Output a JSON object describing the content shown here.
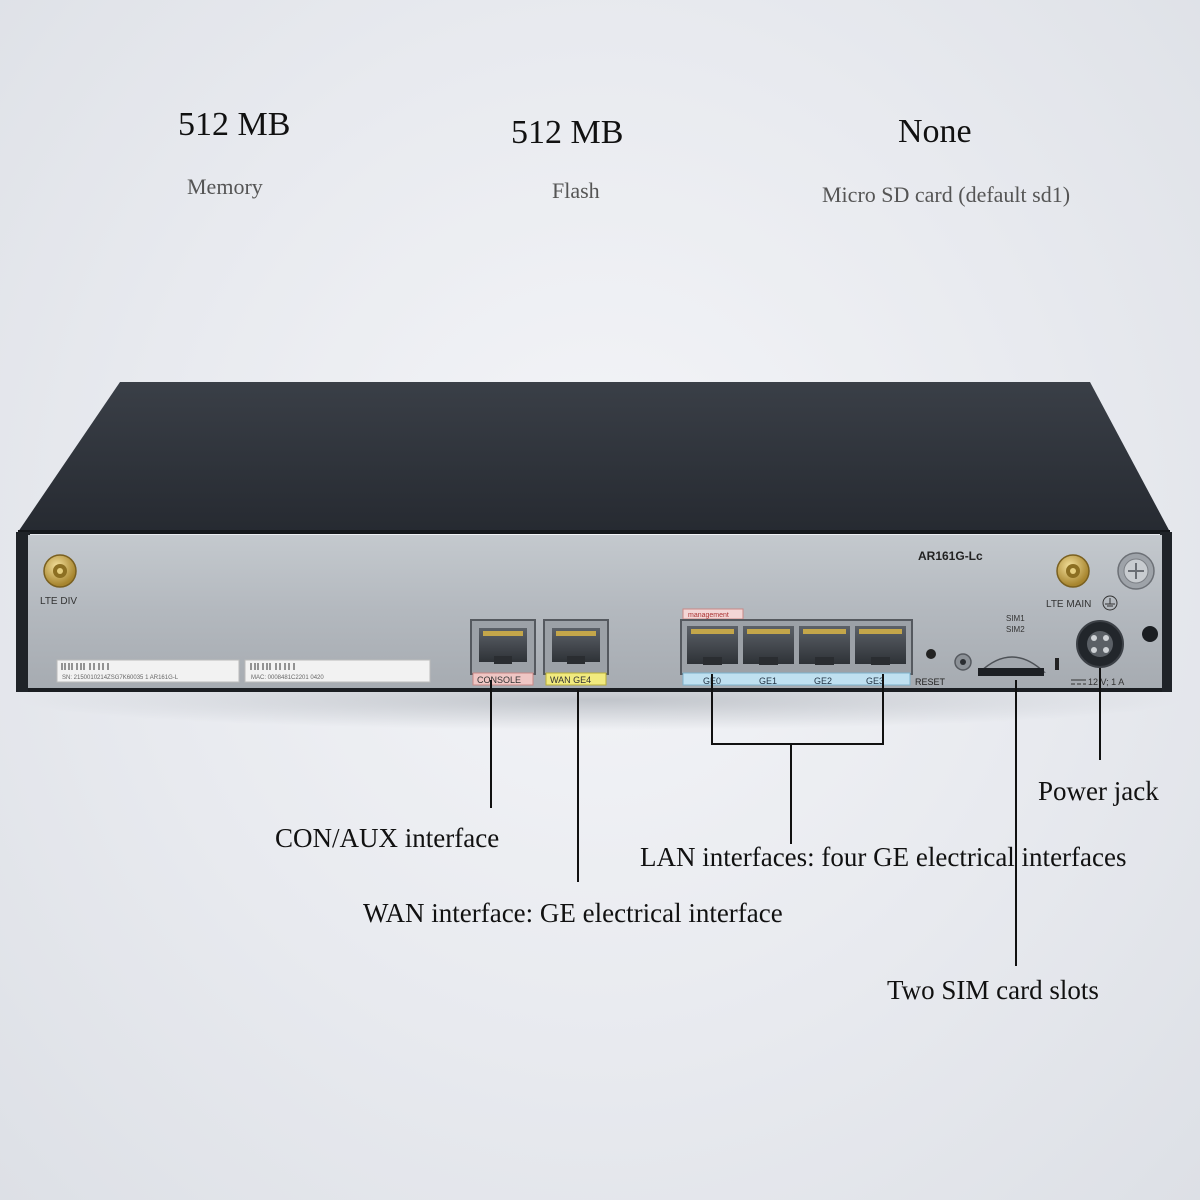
{
  "specs": [
    {
      "value": "512 MB",
      "label": "Memory"
    },
    {
      "value": "512 MB",
      "label": "Flash"
    },
    {
      "value": "None",
      "label": "Micro SD card (default sd1)"
    }
  ],
  "device": {
    "model": "AR161G-Lc",
    "lte_div": "LTE DIV",
    "lte_main": "LTE MAIN",
    "console": "CONSOLE",
    "wan_port": "WAN GE4",
    "management": "management",
    "lan_ports": [
      "GE0",
      "GE1",
      "GE2",
      "GE3"
    ],
    "reset": "RESET",
    "sim1": "SIM1",
    "sim2": "SIM2",
    "power_rating": "12 V; 1 A",
    "sn_label": "SN: 2150010214ZSG7K60035 1 AR161G-L",
    "mac_label": "MAC: 0008481C2201 0420"
  },
  "callouts": {
    "con_aux": "CON/AUX interface",
    "wan": "WAN interface: GE electrical interface",
    "lan": "LAN interfaces: four GE electrical interfaces",
    "power": "Power jack",
    "sim": "Two SIM card slots"
  }
}
